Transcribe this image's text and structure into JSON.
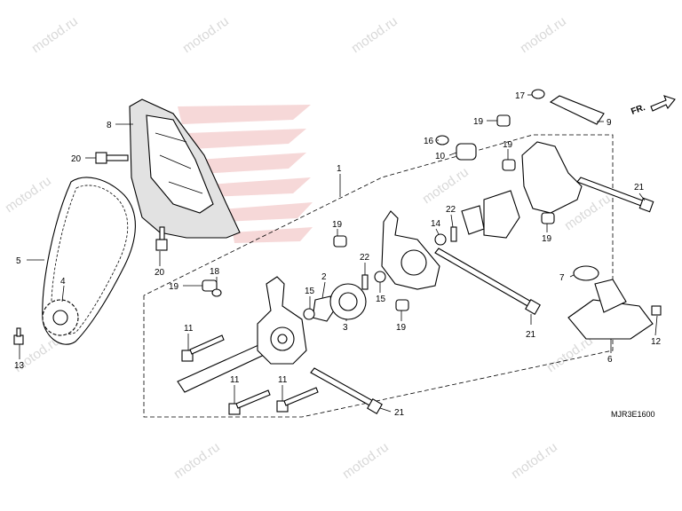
{
  "watermark": "motod.ru",
  "diagram_code": "MJR3E1600",
  "direction_label": "FR.",
  "labels": {
    "l1": "1",
    "l2": "2",
    "l3": "3",
    "l4": "4",
    "l5": "5",
    "l6": "6",
    "l7": "7",
    "l8": "8",
    "l9": "9",
    "l10": "10",
    "l11a": "11",
    "l11b": "11",
    "l11c": "11",
    "l12": "12",
    "l13": "13",
    "l14": "14",
    "l15a": "15",
    "l15b": "15",
    "l16": "16",
    "l17": "17",
    "l18": "18",
    "l19a": "19",
    "l19b": "19",
    "l19c": "19",
    "l19d": "19",
    "l19e": "19",
    "l19f": "19",
    "l20a": "20",
    "l20b": "20",
    "l21a": "21",
    "l21b": "21",
    "l21c": "21",
    "l22a": "22",
    "l22b": "22"
  },
  "colors": {
    "line": "#000000",
    "watermark": "#cfcfcf",
    "logo": "#f2c7c7"
  }
}
